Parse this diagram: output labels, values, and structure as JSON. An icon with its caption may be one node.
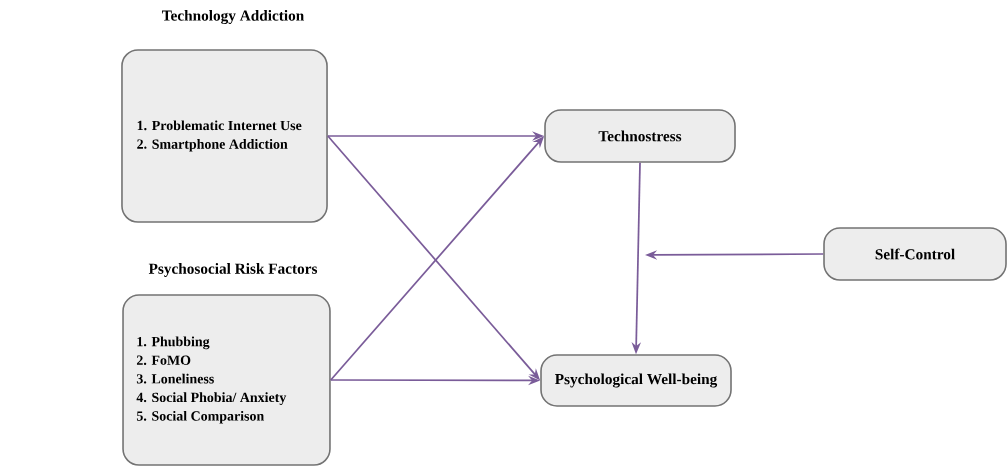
{
  "diagram": {
    "nodes": [
      {
        "text": [
          "Technology Addiction",
          "1. Problematic Internet Use",
          "2. Smartphone Addiction"
        ]
      },
      {
        "text": [
          "Psychosocial Risk Factors",
          "1. Phubbing",
          "2. FoMO",
          "3. Loneliness",
          "4. Social Phobia/ Anxiety",
          "5. Social Comparison"
        ]
      },
      {
        "text": [
          "Technostress"
        ]
      },
      {
        "text": [
          "Psychological Well-being"
        ]
      },
      {
        "text": [
          "Self-Control"
        ]
      }
    ],
    "edges": [
      {
        "from": 0,
        "to": 2,
        "arrow": "to"
      },
      {
        "from": 0,
        "to": 3,
        "arrow": "to"
      },
      {
        "from": 1,
        "to": 2,
        "arrow": "to"
      },
      {
        "from": 1,
        "to": 3,
        "arrow": "to"
      },
      {
        "from": 2,
        "to": 3,
        "arrow": "to"
      },
      {
        "from": 4,
        "to": null,
        "arrow": "to"
      }
    ]
  }
}
